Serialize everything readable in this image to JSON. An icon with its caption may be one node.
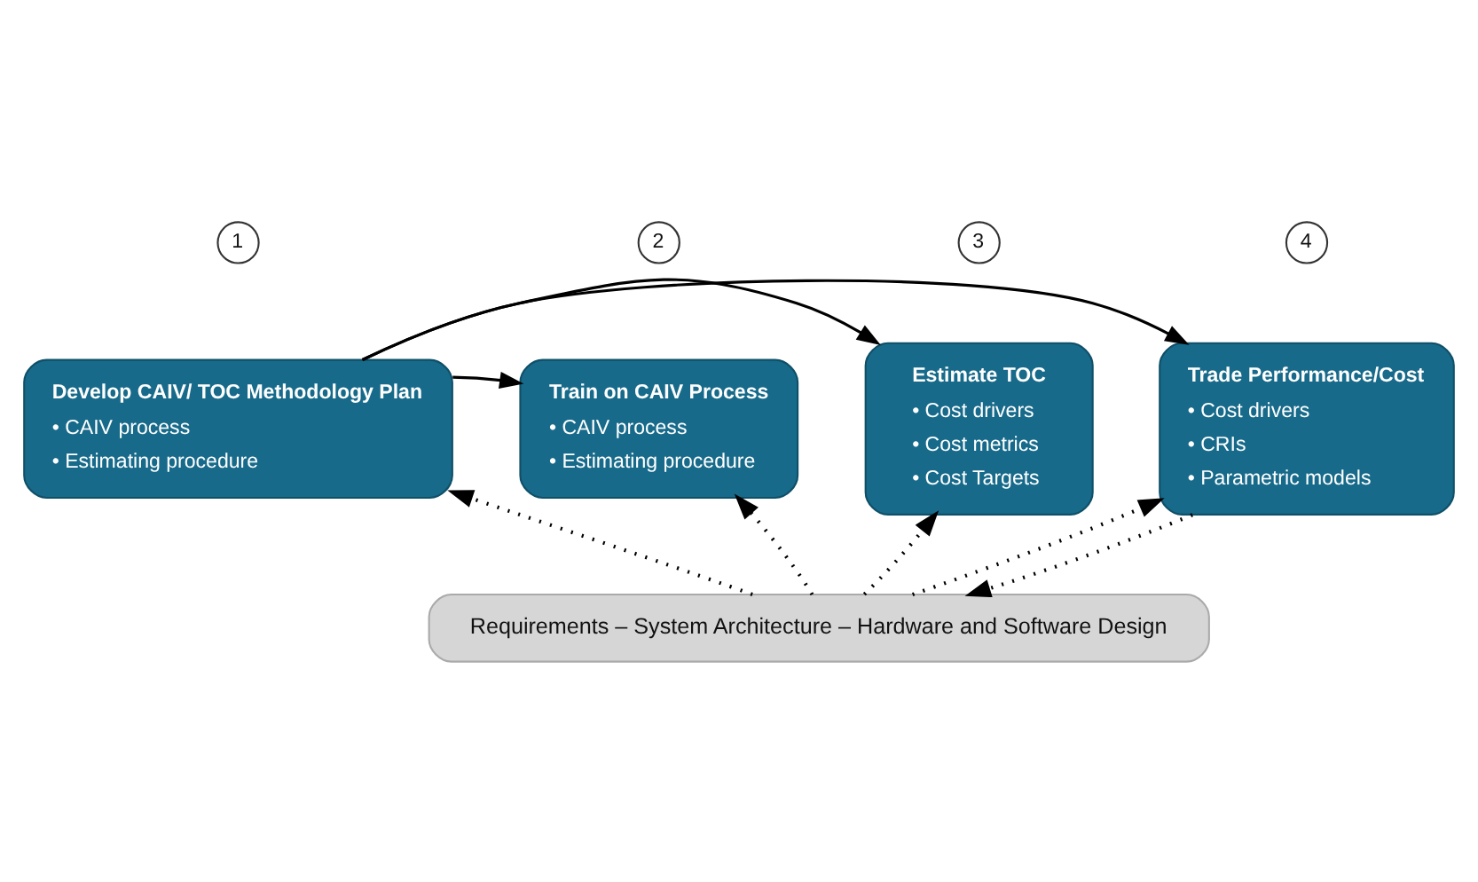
{
  "diagram": {
    "nodes": [
      {
        "text": [
          "1"
        ]
      },
      {
        "text": [
          "Develop CAIV/ TOC Methodology Plan",
          "• CAIV process",
          "• Estimating procedure"
        ]
      },
      {
        "text": [
          "2"
        ]
      },
      {
        "text": [
          "Train on CAIV Process",
          "• CAIV process",
          "• Estimating procedure"
        ]
      },
      {
        "text": [
          "3"
        ]
      },
      {
        "text": [
          "Estimate TOC",
          "• Cost drivers",
          "• Cost metrics",
          "• Cost Targets"
        ]
      },
      {
        "text": [
          "4"
        ]
      },
      {
        "text": [
          "Trade Performance/Cost",
          "• Cost drivers",
          "• CRIs",
          "• Parametric models"
        ]
      },
      {
        "text": [
          "Requirements – System Architecture – Hardware and Software Design"
        ]
      }
    ],
    "edges": [
      {
        "from": 1,
        "to": 3,
        "arrow": "to"
      },
      {
        "from": 1,
        "to": 5,
        "arrow": "to"
      },
      {
        "from": 1,
        "to": 7,
        "arrow": "to"
      },
      {
        "from": 8,
        "to": 1,
        "arrow": "to",
        "style": "dashed"
      },
      {
        "from": 8,
        "to": 3,
        "arrow": "to",
        "style": "dashed"
      },
      {
        "from": 8,
        "to": 5,
        "arrow": "to",
        "style": "dashed"
      },
      {
        "from": 8,
        "to": 7,
        "arrow": "to",
        "style": "dashed"
      },
      {
        "from": 7,
        "to": 8,
        "arrow": "to",
        "style": "dashed"
      }
    ]
  }
}
